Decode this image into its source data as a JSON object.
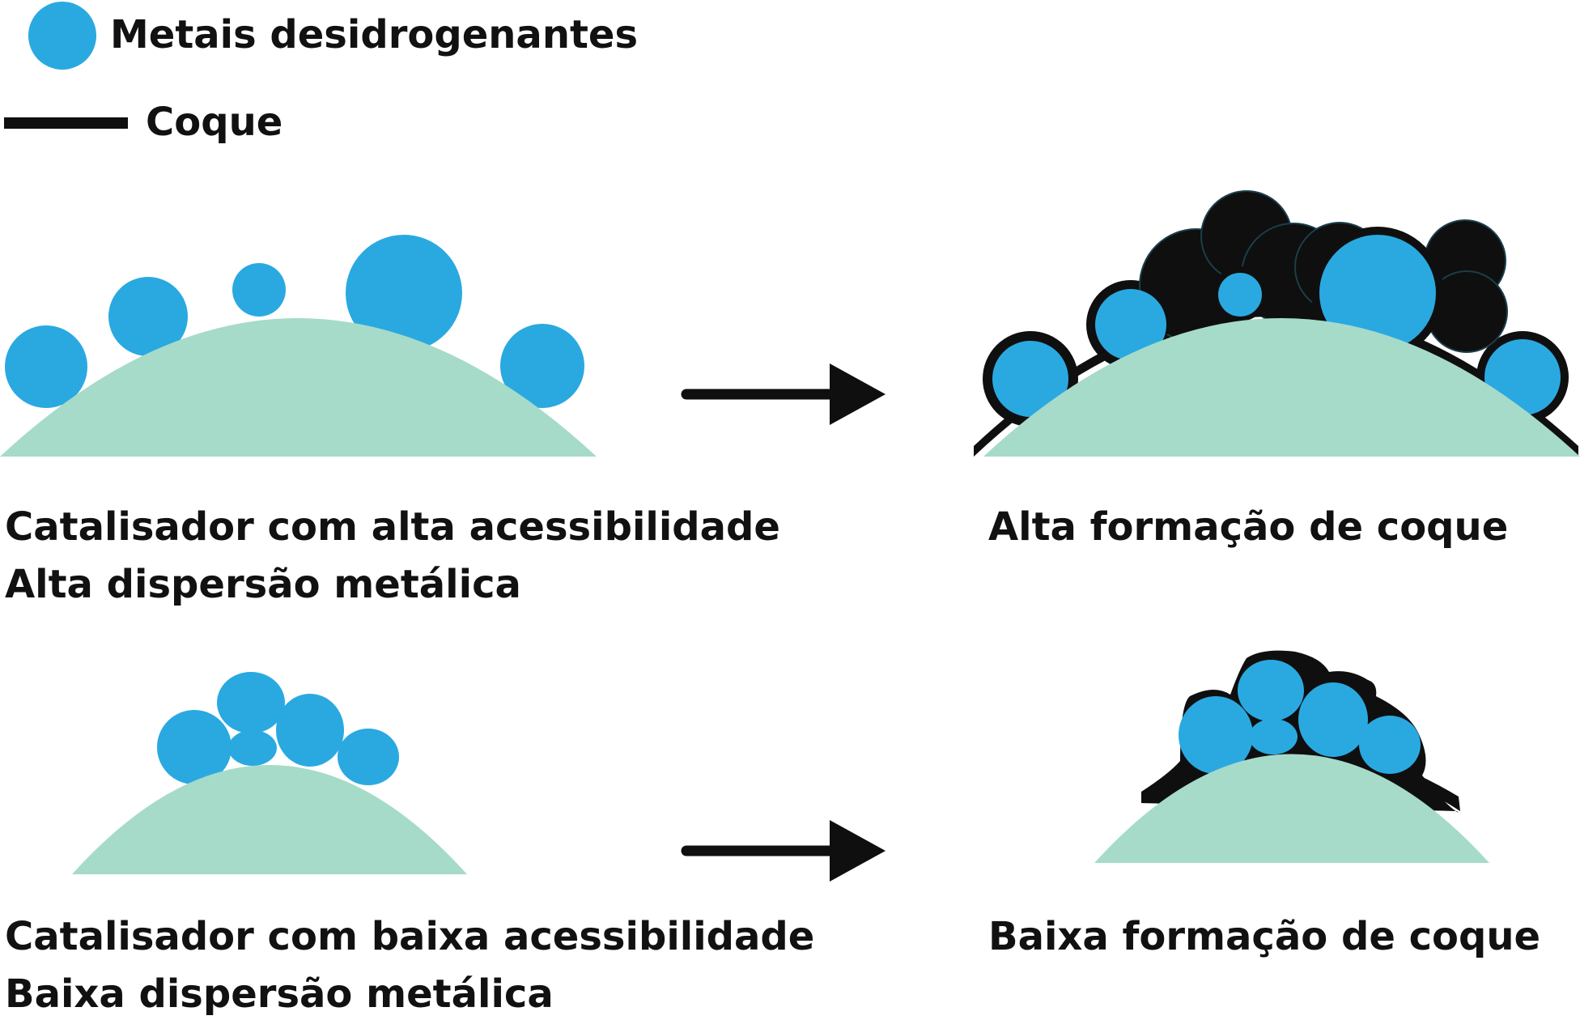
{
  "legend": {
    "metal_label": "Metais desidrogenantes",
    "coke_label": "Coque"
  },
  "scenarios": [
    {
      "catalyst_line1": "Catalisador com alta acessibilidade",
      "catalyst_line2": "Alta dispersão metálica",
      "result": "Alta formação de coque"
    },
    {
      "catalyst_line1": "Catalisador com baixa acessibilidade",
      "catalyst_line2": "Baixa dispersão metálica",
      "result": "Baixa formação de coque"
    }
  ],
  "colors": {
    "metal": "#2aa9e1",
    "support": "#a6dbc9",
    "coke": "#0f0f0f"
  }
}
